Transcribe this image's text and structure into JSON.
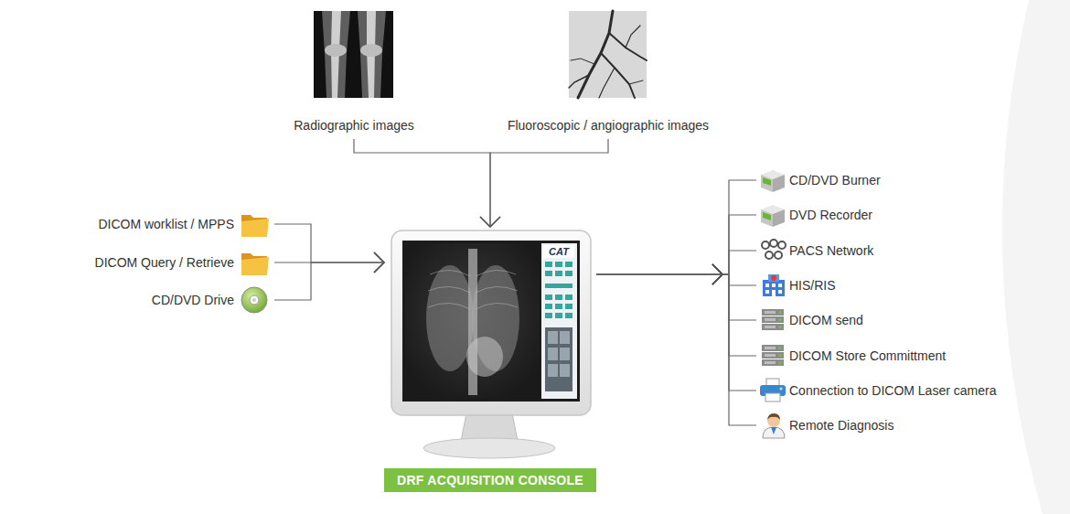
{
  "diagram": {
    "nodes": [
      {
        "text": [
          "Radiographic images"
        ]
      },
      {
        "text": [
          "Fluoroscopic / angiographic images"
        ]
      },
      {
        "text": [
          "DICOM worklist / MPPS"
        ]
      },
      {
        "text": [
          "DICOM Query / Retrieve"
        ]
      },
      {
        "text": [
          "CD/DVD Drive"
        ]
      },
      {
        "text": [
          "DRF ACQUISITION CONSOLE"
        ]
      },
      {
        "text": [
          "CD/DVD Burner"
        ]
      },
      {
        "text": [
          "DVD Recorder"
        ]
      },
      {
        "text": [
          "PACS Network"
        ]
      },
      {
        "text": [
          "HIS/RIS"
        ]
      },
      {
        "text": [
          "DICOM send"
        ]
      },
      {
        "text": [
          "DICOM Store Committment"
        ]
      },
      {
        "text": [
          "Connection to DICOM Laser camera"
        ]
      },
      {
        "text": [
          "Remote Diagnosis"
        ]
      }
    ],
    "edges": [
      {
        "from": 0,
        "to": 5,
        "arrow": "to"
      },
      {
        "from": 1,
        "to": 5,
        "arrow": "to"
      },
      {
        "from": 2,
        "to": 5,
        "arrow": "to"
      },
      {
        "from": 3,
        "to": 5,
        "arrow": "to"
      },
      {
        "from": 4,
        "to": 5,
        "arrow": "to"
      },
      {
        "from": 5,
        "to": 6,
        "arrow": "to"
      },
      {
        "from": 5,
        "to": 7,
        "arrow": "to"
      },
      {
        "from": 5,
        "to": 8,
        "arrow": "to"
      },
      {
        "from": 5,
        "to": 9,
        "arrow": "to"
      },
      {
        "from": 5,
        "to": 10,
        "arrow": "to"
      },
      {
        "from": 5,
        "to": 11,
        "arrow": "to"
      },
      {
        "from": 5,
        "to": 12,
        "arrow": "to"
      },
      {
        "from": 5,
        "to": 13,
        "arrow": "to"
      }
    ],
    "labels": [
      "CAT"
    ]
  }
}
